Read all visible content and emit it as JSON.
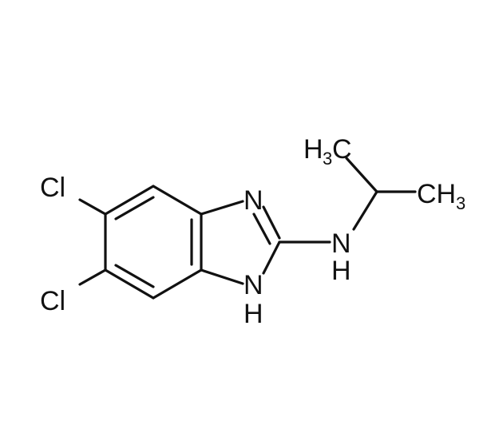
{
  "labels": {
    "cl_top": "Cl",
    "cl_bottom": "Cl",
    "n_ring": "N",
    "nh_ring_n": "N",
    "nh_ring_h": "H",
    "nh_amine_n": "N",
    "nh_amine_h": "H",
    "ch3_left_h": "H",
    "ch3_left_sub": "3",
    "ch3_left_c": "C",
    "ch3_right_ch": "CH",
    "ch3_right_sub": "3"
  }
}
